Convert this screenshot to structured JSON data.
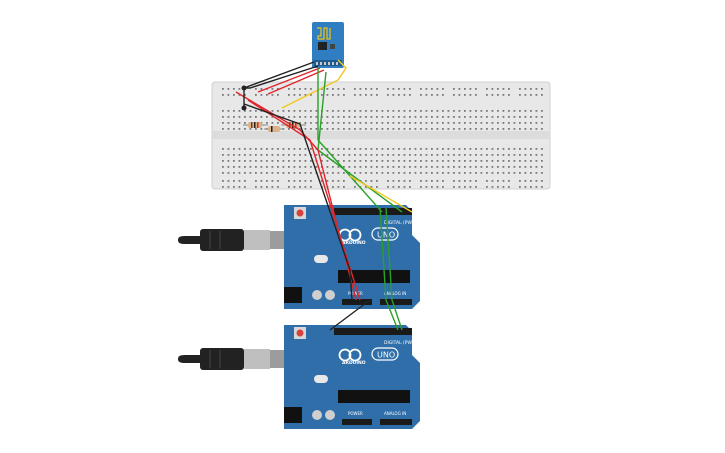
{
  "esp_module": {
    "label": ""
  },
  "arduino_top": {
    "logo_text": "UNO",
    "brand": "ARDUINO",
    "digital_header": "DIGITAL (PWM~)",
    "power_label": "POWER",
    "analog_label": "ANALOG IN"
  },
  "arduino_bottom": {
    "logo_text": "UNO",
    "brand": "ARDUINO",
    "digital_header": "DIGITAL (PWM~)",
    "power_label": "POWER",
    "analog_label": "ANALOG IN"
  },
  "colors": {
    "board": "#2f6ea8",
    "breadboard": "#e7e7e7",
    "wire_red": "#e0252b",
    "wire_black": "#222222",
    "wire_green": "#2aa02a",
    "wire_yellow": "#f2c81b",
    "esp": "#2f7ec1"
  }
}
